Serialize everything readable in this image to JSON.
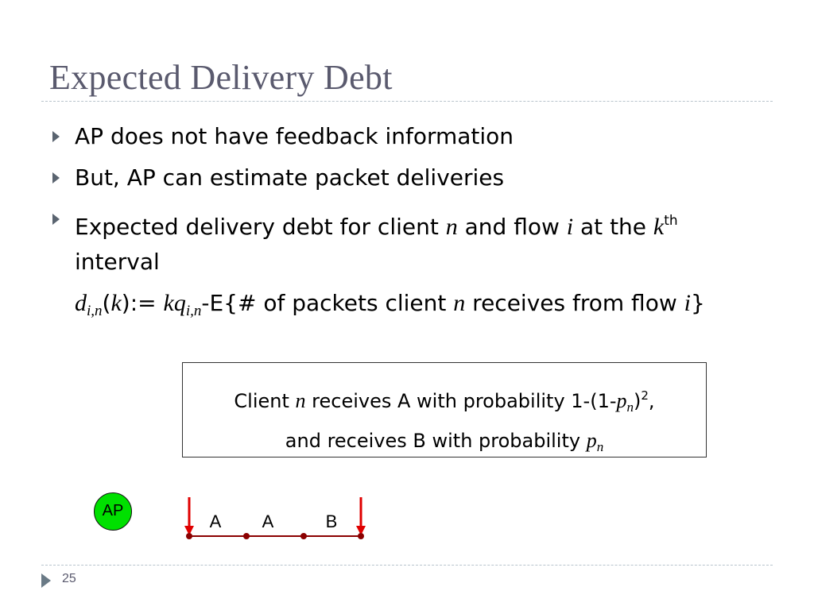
{
  "title": "Expected Delivery Debt",
  "bullets": [
    {
      "text": "AP does not have feedback information"
    },
    {
      "text": "But, AP can estimate packet deliveries"
    },
    {
      "part1": "Expected delivery debt for client ",
      "var_n": "n",
      "part2": " and flow ",
      "var_i": "i",
      "part3": " at the ",
      "var_k": "k",
      "sup_th": "th",
      "part4": "interval"
    }
  ],
  "formula": {
    "d": "d",
    "sub_in": "i,n",
    "paren_open": "(",
    "k": "k",
    "assign": "):= ",
    "kq": "kq",
    "sub_in2": "i,n",
    "minus_e": "-E{# of packets client ",
    "n": "n",
    "mid": " receives from flow ",
    "i": "i",
    "close": "}"
  },
  "box": {
    "l1_a": "Client ",
    "l1_n": "n",
    "l1_b": " receives A with probability 1-(1-",
    "l1_p": "p",
    "l1_sub": "n",
    "l1_c": ")",
    "l1_sup": "2",
    "l1_d": ",",
    "l2_a": "and receives B with probability ",
    "l2_p": "p",
    "l2_sub": "n"
  },
  "diagram": {
    "ap_label": "AP",
    "slots": [
      "A",
      "A",
      "B"
    ],
    "colors": {
      "ap_fill": "#00e000",
      "arrow": "#e00000",
      "node": "#8b0000"
    }
  },
  "page_number": "25"
}
